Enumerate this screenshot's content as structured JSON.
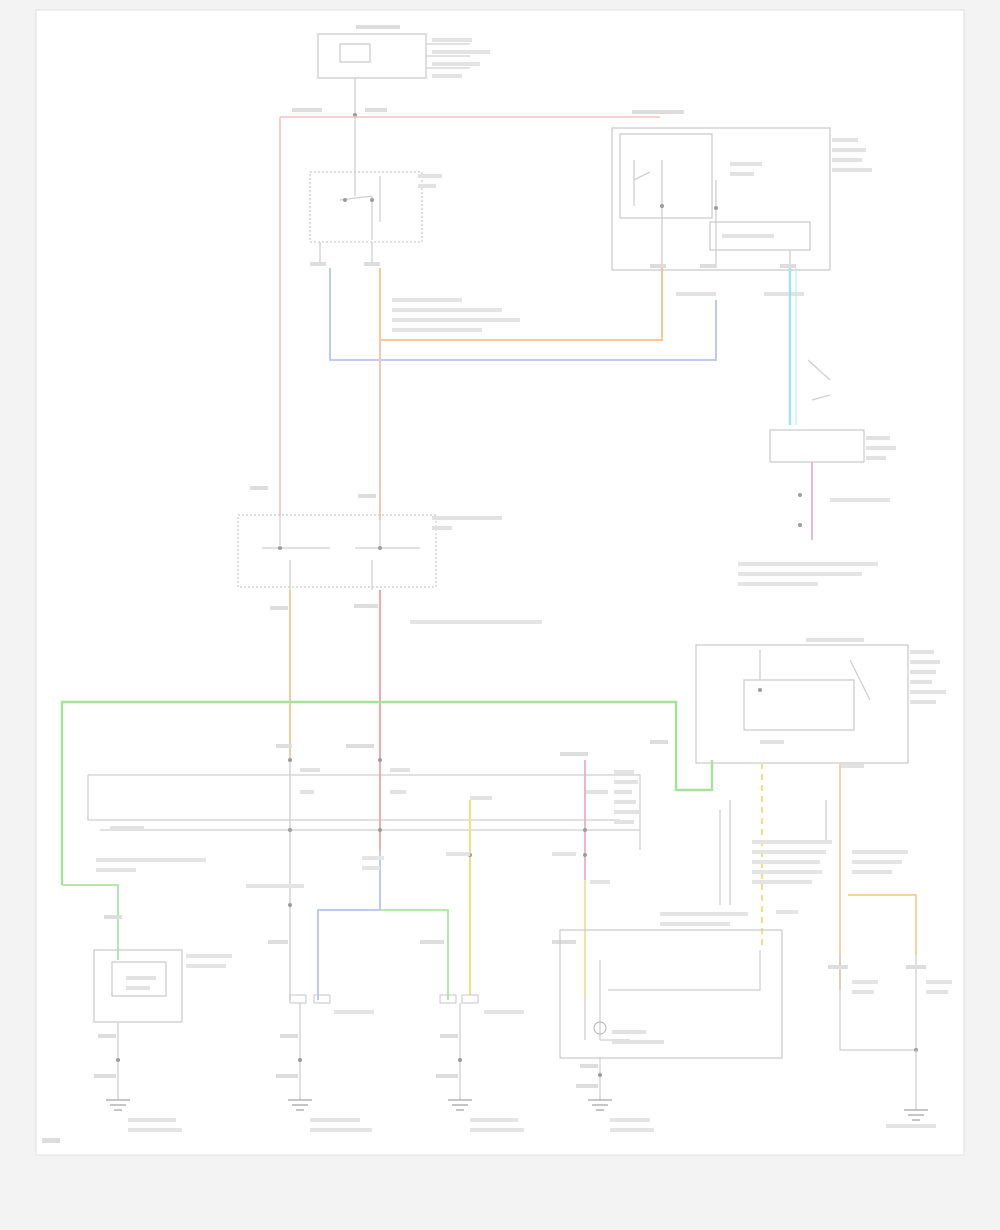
{
  "page": {
    "background": "#f3f3f3",
    "sheet_color": "#ffffff",
    "corner_code": ""
  },
  "colors": {
    "red_pink": "#f2b8b8",
    "orange": "#f7c08a",
    "blue": "#aab4e8",
    "cyan": "#8fe3ea",
    "green": "#9be08f",
    "yellow": "#f2e27a",
    "gray": "#cfcfcf",
    "text": "#9a9a9a"
  },
  "labels": {
    "fuse_block": "",
    "ecm_box": "",
    "relay": "",
    "switch_module": "",
    "module_note": "",
    "sensor": "",
    "body_module": "",
    "heater_relay": "",
    "harness_note": "",
    "ground_1": "",
    "ground_2": "",
    "ground_3": "",
    "ground_4": "",
    "ground_5": "",
    "motor": "",
    "connector_note": ""
  },
  "components": [
    "fuse-block",
    "ecm-module",
    "relay",
    "switch-module",
    "body-control-module",
    "sensor",
    "motor",
    "heater-elements",
    "ground-points"
  ]
}
